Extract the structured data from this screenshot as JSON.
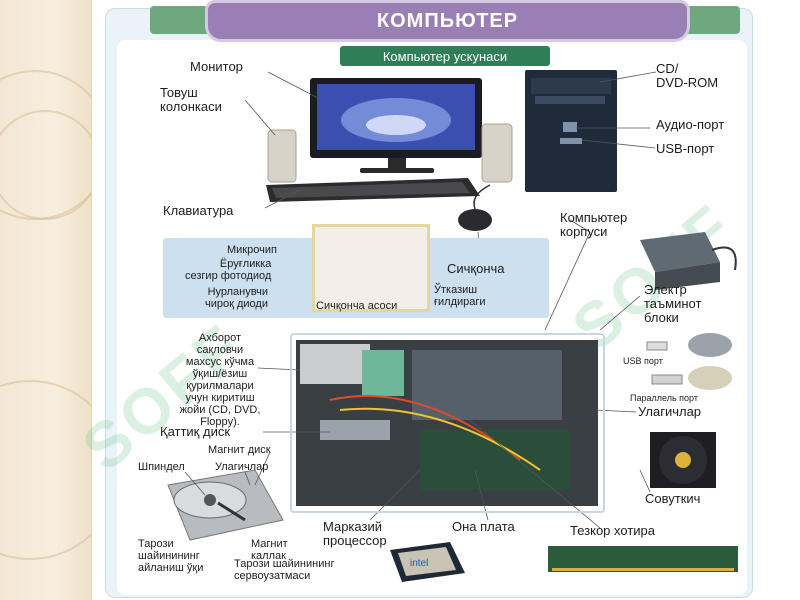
{
  "title": "КОМПЬЮТЕР",
  "subtitle": "Компьютер ускунаси",
  "watermark": "SOFF",
  "labels": {
    "monitor": "Монитор",
    "speakers": "Товуш\nколонкаси",
    "keyboard": "Клавиатура",
    "cd_dvd": "CD/\nDVD-ROM",
    "audio_port": "Аудио-порт",
    "usb_port": "USB-порт",
    "case": "Компьютер\nкорпуси",
    "mouse": "Сичқонча",
    "microchip": "Микрочип",
    "photodiode": "Ёруғликка\nсезгир фотодиод",
    "led": "Нурланувчи\nчироқ диоди",
    "mouse_base": "Сичқонча асоси",
    "scroll_wheel": "Ўтказиш\nғилдираги",
    "psu": "Электр\nтаъминот\nблоки",
    "usb_small": "USB порт",
    "parallel_port": "Параллель порт",
    "connectors": "Улагичлар",
    "cooler": "Совуткич",
    "storage_bay": "Ахборот\nсақловчи\nмахсус кўчма\nўқиш/ёзиш\nқурилмалари\nучун киритиш\nжойи (CD, DVD,\nFloppy).",
    "hard_disk": "Қаттиқ диск",
    "magnetic_disk": "Магнит диск",
    "spindle": "Шпиндел",
    "connectors_hdd": "Улагичлар",
    "magnetic_head": "Магнит\nкаллак",
    "arm_rotation": "Тарози\nшайинининг\nайланиш ўқи",
    "servo": "Тарози шайинининг\nсервоузатмаси",
    "cpu": "Марказий\nпроцессор",
    "motherboard": "Она плата",
    "ram": "Тезкор хотира",
    "intel": "intel"
  },
  "colors": {
    "title_bg": "#9a7fb4",
    "strip_green": "#6fa77f",
    "subtitle_bg": "#2f7e57",
    "panel_blue": "#cde0ef"
  }
}
